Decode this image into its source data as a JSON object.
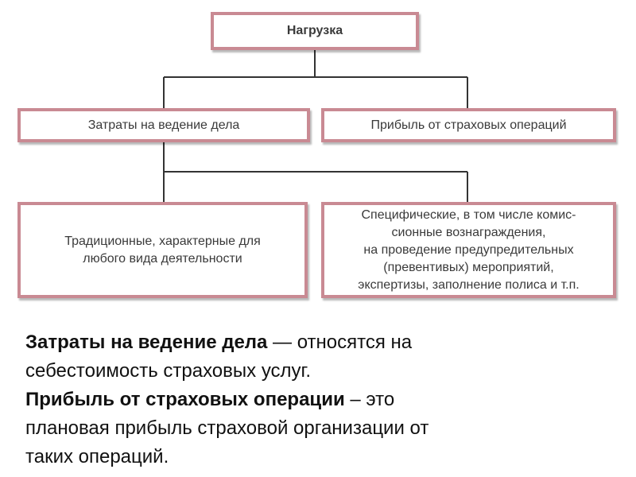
{
  "diagram": {
    "root": "Нагрузка",
    "level1": {
      "left": "Затраты на ведение дела",
      "right": "Прибыль от страховых операций"
    },
    "level2": {
      "left_lines": [
        "Традиционные, характерные для",
        "любого вида деятельности"
      ],
      "right_lines": [
        "Специфические, в том числе комис-",
        "сионные вознаграждения,",
        "на проведение  предупредительных",
        "(превентивых) мероприятий,",
        "экспертизы, заполнение полиса и т.п."
      ]
    },
    "colors": {
      "box_border": "#c98a93",
      "connector": "#333333"
    }
  },
  "caption": {
    "p1_term": "Затраты на ведение дела",
    "p1_text_a": " — относятся на",
    "p1_text_b": "себестоимость страховых услуг.",
    "p2_term": "Прибыль от страховых операции",
    "p2_text_a": " – это",
    "p2_text_b": "плановая прибыль страховой организации от",
    "p2_text_c": "таких операций."
  }
}
